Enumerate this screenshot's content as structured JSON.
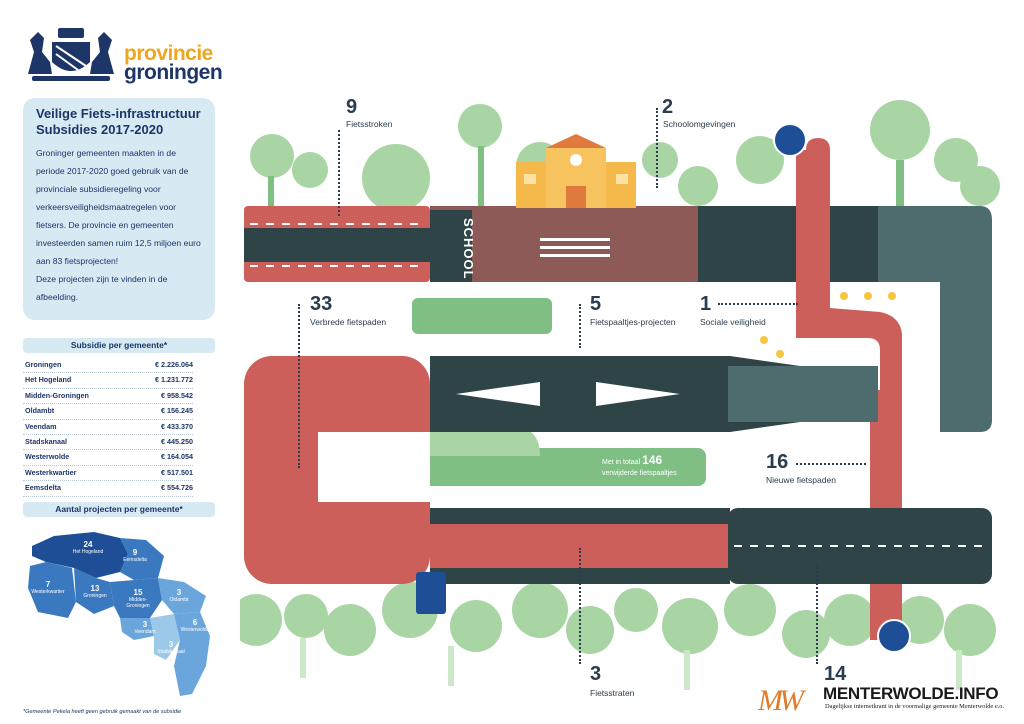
{
  "logo": {
    "line1": "provincie",
    "line2": "groningen"
  },
  "intro": {
    "title": "Veilige Fiets-infrastructuur Subsidies 2017-2020",
    "body": "Groninger gemeenten maakten in de periode 2017-2020 goed gebruik van de provinciale subsidieregeling voor verkeersveiligheidsmaatregelen voor fietsers. De provincie en gemeenten investeerden samen ruim 12,5 miljoen euro aan 83 fietsprojecten!",
    "body2": "Deze projecten zijn te vinden in de afbeelding."
  },
  "subsidy": {
    "title": "Subsidie per gemeente*",
    "rows": [
      {
        "name": "Groningen",
        "amount": "€ 2.226.064"
      },
      {
        "name": "Het Hogeland",
        "amount": "€ 1.231.772"
      },
      {
        "name": "Midden-Groningen",
        "amount": "€ 958.542"
      },
      {
        "name": "Oldambt",
        "amount": "€ 156.245"
      },
      {
        "name": "Veendam",
        "amount": "€ 433.370"
      },
      {
        "name": "Stadskanaal",
        "amount": "€ 445.250"
      },
      {
        "name": "Westerwolde",
        "amount": "€ 164.054"
      },
      {
        "name": "Westerkwartier",
        "amount": "€ 517.501"
      },
      {
        "name": "Eemsdelta",
        "amount": "€ 554.726"
      }
    ]
  },
  "projects_map": {
    "title": "Aantal projecten per gemeente*",
    "regions": [
      {
        "count": "24",
        "name": "Het Hogeland"
      },
      {
        "count": "9",
        "name": "Eemsdelta"
      },
      {
        "count": "7",
        "name": "Westerkwartier"
      },
      {
        "count": "13",
        "name": "Groningen"
      },
      {
        "count": "15",
        "name": "Midden-Groningen"
      },
      {
        "count": "3",
        "name": "Oldambt"
      },
      {
        "count": "6",
        "name": "Westerwolde"
      },
      {
        "count": "3",
        "name": "Veendam"
      },
      {
        "count": "3",
        "name": "Stadskanaal"
      }
    ],
    "colors": {
      "dark": "#1e4f96",
      "mid": "#3a79c0",
      "light": "#6aa6dc",
      "lighter": "#9cc8ea"
    }
  },
  "footnote": "*Gemeente Pekela heeft geen gebruik gemaakt van de subsidie",
  "callouts": {
    "fietsstroken": {
      "num": "9",
      "label": "Fietsstroken"
    },
    "school": {
      "num": "2",
      "label": "Schoolomgevingen"
    },
    "verbreed": {
      "num": "33",
      "label": "Verbrede fietspaden"
    },
    "paaltjes": {
      "num": "5",
      "label": "Fietspaaltjes-projecten"
    },
    "sociale": {
      "num": "1",
      "label": "Sociale veiligheid"
    },
    "nieuwe": {
      "num": "16",
      "label": "Nieuwe fietspaden"
    },
    "fietsstraten": {
      "num": "3",
      "label": "Fietsstraten"
    },
    "oversteek": {
      "num": "14",
      "label": ""
    }
  },
  "total_removed": {
    "prefix": "Met in totaal",
    "num": "146",
    "suffix": "verwijderde fietspaaltjes"
  },
  "school_sign": "SCHOOL",
  "watermark": {
    "logo": "MW",
    "title": "MENTERWOLDE.INFO",
    "subtitle": "Dagelijkse internetkrant in de voormalige gemeente Menterwolde e.o."
  },
  "colors": {
    "road": "#2e4447",
    "bike_path": "#cd5f5b",
    "grass": "#7fbf84",
    "tree": "#a9d5a5",
    "navy": "#1d3567",
    "orange": "#f0a51e"
  }
}
